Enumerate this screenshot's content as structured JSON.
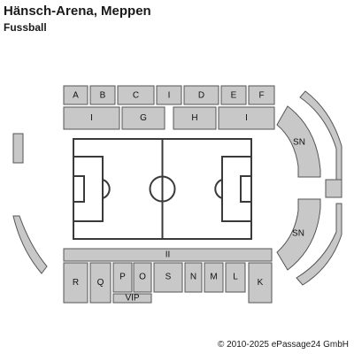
{
  "header": {
    "title": "Hänsch-Arena, Meppen",
    "subtitle": "Fussball"
  },
  "footer": {
    "copyright": "© 2010-2025 ePassage24 GmbH"
  },
  "blocks": {
    "A": "A",
    "B": "B",
    "C": "C",
    "I_top": "I",
    "D": "D",
    "E": "E",
    "F": "F",
    "I_left": "I",
    "G": "G",
    "H": "H",
    "I_right": "I",
    "SN_upper": "SN",
    "SN_lower": "SN",
    "II": "II",
    "R": "R",
    "Q": "Q",
    "P": "P",
    "O": "O",
    "VIP": "VIP",
    "S": "S",
    "N": "N",
    "M": "M",
    "L": "L",
    "K": "K"
  },
  "colors": {
    "block_fill": "#c8c8c8",
    "block_stroke": "#555555",
    "pitch_line": "#3a3a3a"
  }
}
